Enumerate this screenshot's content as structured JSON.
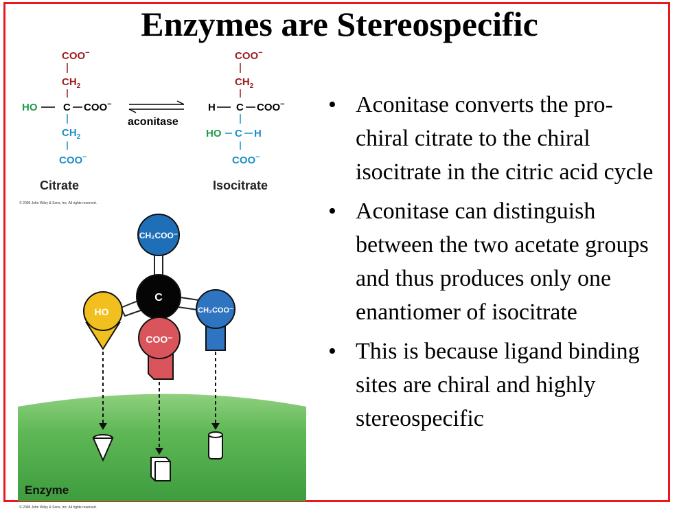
{
  "slide": {
    "title": "Enzymes are Stereospecific",
    "bullets": [
      "Aconitase converts the pro-chiral citrate to the chiral isocitrate in the citric acid cycle",
      "Aconitase can distinguish between the two acetate groups and thus produces only one enantiomer of isocitrate",
      "This is because ligand binding sites are chiral and highly stereospecific"
    ],
    "bullet_marker": "•"
  },
  "reaction": {
    "citrate_label": "Citrate",
    "isocitrate_label": "Isocitrate",
    "enzyme_label": "aconitase",
    "coo": "COO",
    "charge": "−",
    "ch": "CH",
    "sub2": "2",
    "ho": "HO",
    "c": "C",
    "h": "H",
    "copyright": "© 2008 John Wiley & Sons, Inc. All rights reserved."
  },
  "model": {
    "top_group": "CH₂COO⁻",
    "right_group": "CH₂COO⁻",
    "left_group": "HO",
    "center": "C",
    "front_group": "COO⁻",
    "enzyme_label": "Enzyme",
    "copyright": "© 2008 John Wiley & Sons, Inc. All rights reserved."
  },
  "colors": {
    "frame": "#e8181e",
    "carboxylate": "#9b1b1f",
    "ch2": "#9b1b1f",
    "hydroxyl": "#1e9a4a",
    "isocitrate_oh": "#1d8fc7",
    "top_ball": "#1e6fb8",
    "right_ball": "#2e74c0",
    "left_ball": "#f2c01e",
    "front_ball": "#d9555b",
    "enzyme_green": "#5fb856"
  }
}
